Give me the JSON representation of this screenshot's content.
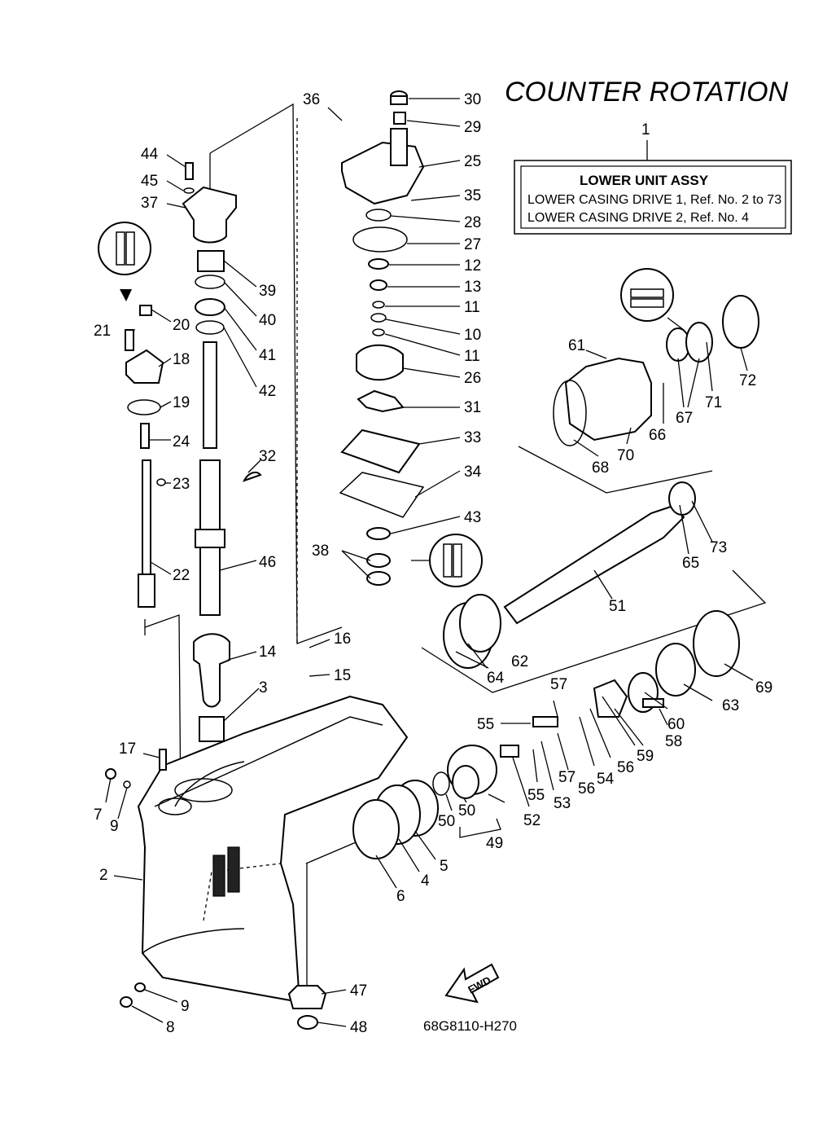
{
  "title": "COUNTER ROTATION",
  "assy_box": {
    "ref": "1",
    "heading": "LOWER UNIT ASSY",
    "line1": "LOWER CASING DRIVE 1,  Ref. No. 2 to 73",
    "line2": "LOWER CASING DRIVE 2,  Ref. No. 4"
  },
  "diagram_code": "68G8110-H270",
  "fwd_label": "FWD",
  "seal_icons": [
    "seal-applicator-icon",
    "seal-applicator-icon",
    "seal-applicator-icon"
  ],
  "callouts": [
    "30",
    "29",
    "36",
    "25",
    "35",
    "28",
    "27",
    "12",
    "13",
    "11",
    "10",
    "11",
    "26",
    "31",
    "33",
    "34",
    "43",
    "38",
    "44",
    "45",
    "37",
    "39",
    "40",
    "41",
    "42",
    "20",
    "21",
    "18",
    "19",
    "24",
    "23",
    "22",
    "32",
    "46",
    "16",
    "15",
    "14",
    "3",
    "17",
    "7",
    "9",
    "2",
    "9",
    "8",
    "47",
    "48",
    "6",
    "4",
    "5",
    "50",
    "50",
    "49",
    "52",
    "55",
    "53",
    "55",
    "57",
    "57",
    "56",
    "56",
    "54",
    "59",
    "58",
    "60",
    "63",
    "69",
    "64",
    "62",
    "51",
    "65",
    "73",
    "61",
    "66",
    "67",
    "71",
    "72",
    "70",
    "68"
  ]
}
